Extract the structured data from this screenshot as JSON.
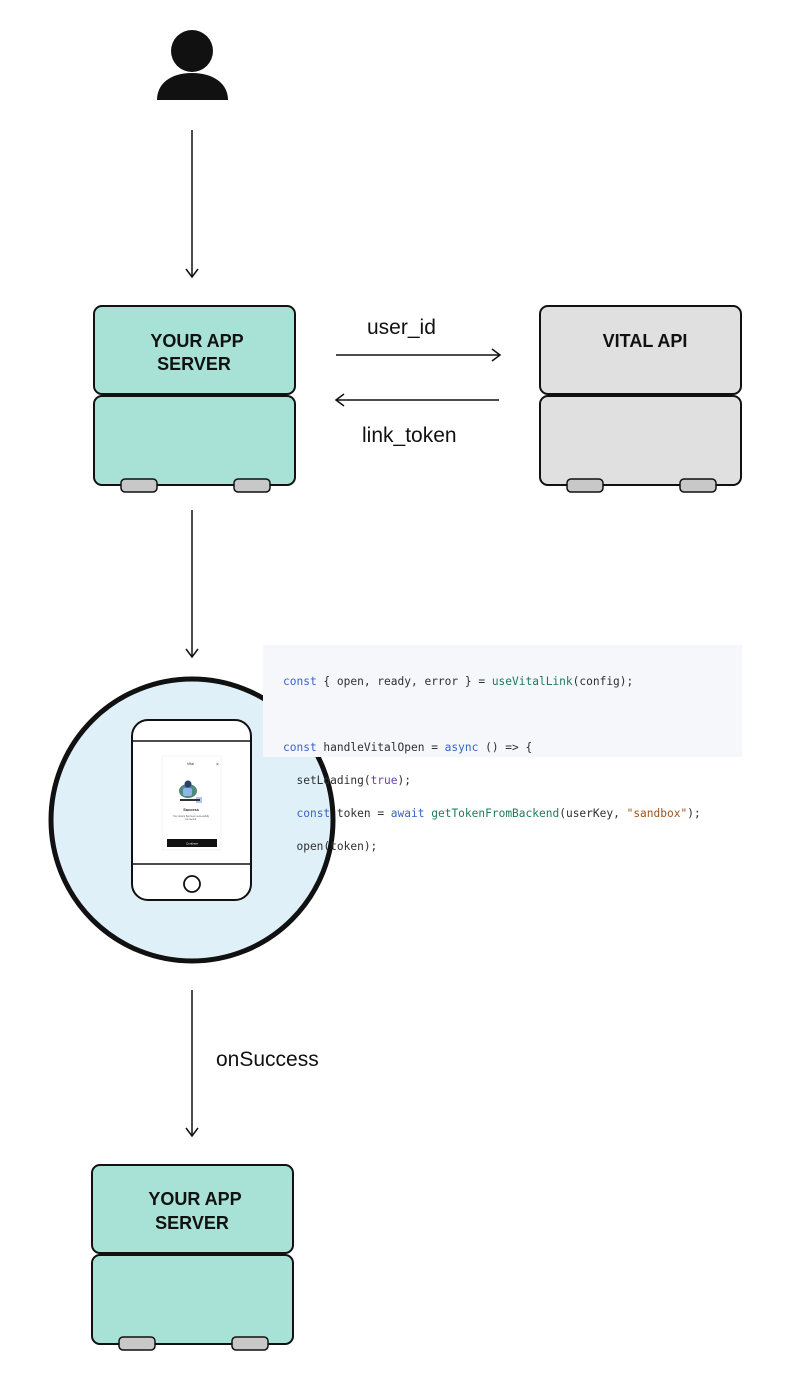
{
  "colors": {
    "app_server_fill": "#a8e2d6",
    "vital_api_fill": "#e0e0e0",
    "phone_circle_fill": "#dff0f8",
    "code_background": "#f5f7fa",
    "stroke": "#111111"
  },
  "user": {
    "icon": "user-icon"
  },
  "app_server_top": {
    "title_line1": "YOUR APP",
    "title_line2": "SERVER"
  },
  "vital_api": {
    "title": "VITAL API"
  },
  "exchange": {
    "request_label": "user_id",
    "response_label": "link_token"
  },
  "phone": {
    "icon": "smartphone-icon",
    "screen": {
      "brand": "Vital",
      "heading": "Success",
      "subtext_line1": "Your device has been successfully",
      "subtext_line2": "connected.",
      "button": "Continue"
    }
  },
  "code": {
    "line1": {
      "a": "const",
      "b": " { open, ready, error } = ",
      "c": "useVitalLink",
      "d": "(config);"
    },
    "line3": {
      "a": "const",
      "b": " handleVitalOpen = ",
      "c": "async",
      "d": " () => {"
    },
    "line4": {
      "a": "  setLoading(",
      "b": "true",
      "c": ");"
    },
    "line5": {
      "a": "  ",
      "b": "const",
      "c": " token = ",
      "d": "await",
      "e": " ",
      "f": "getTokenFromBackend",
      "g": "(userKey, ",
      "h": "\"sandbox\"",
      "i": ");"
    },
    "line6": {
      "a": "  open(token);"
    }
  },
  "callback": {
    "label": "onSuccess"
  },
  "app_server_bottom": {
    "title_line1": "YOUR APP",
    "title_line2": "SERVER"
  }
}
